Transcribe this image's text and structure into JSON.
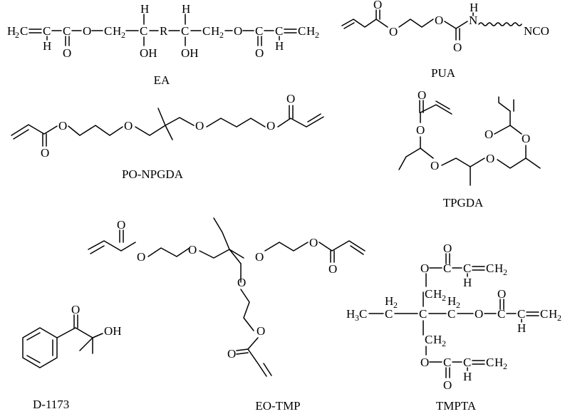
{
  "captions": {
    "ea": "EA",
    "pua": "PUA",
    "po_npgda": "PO-NPGDA",
    "tpgda": "TPGDA",
    "d1173": "D-1173",
    "eo_tmp": "EO-TMP",
    "tmpta": "TMPTA"
  },
  "atoms": {
    "h": "H",
    "c": "C",
    "o": "O",
    "r": "R",
    "n": "N",
    "oh": "OH",
    "h2c": "H",
    "ch2": "CH",
    "h3c": "H",
    "h2": "H",
    "nco": "NCO",
    "sub2": "2",
    "sub3": "3"
  }
}
